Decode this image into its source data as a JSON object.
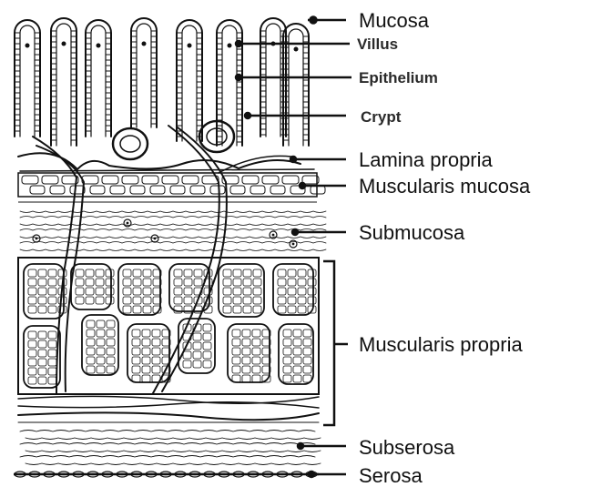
{
  "labels": {
    "mucosa": "Mucosa",
    "villus": "Villus",
    "epithelium": "Epithelium",
    "crypt": "Crypt",
    "lamina_propria": "Lamina propria",
    "muscularis_mucosa": "Muscularis mucosa",
    "submucosa": "Submucosa",
    "muscularis_propria": "Muscularis propria",
    "subserosa": "Subserosa",
    "serosa": "Serosa"
  }
}
